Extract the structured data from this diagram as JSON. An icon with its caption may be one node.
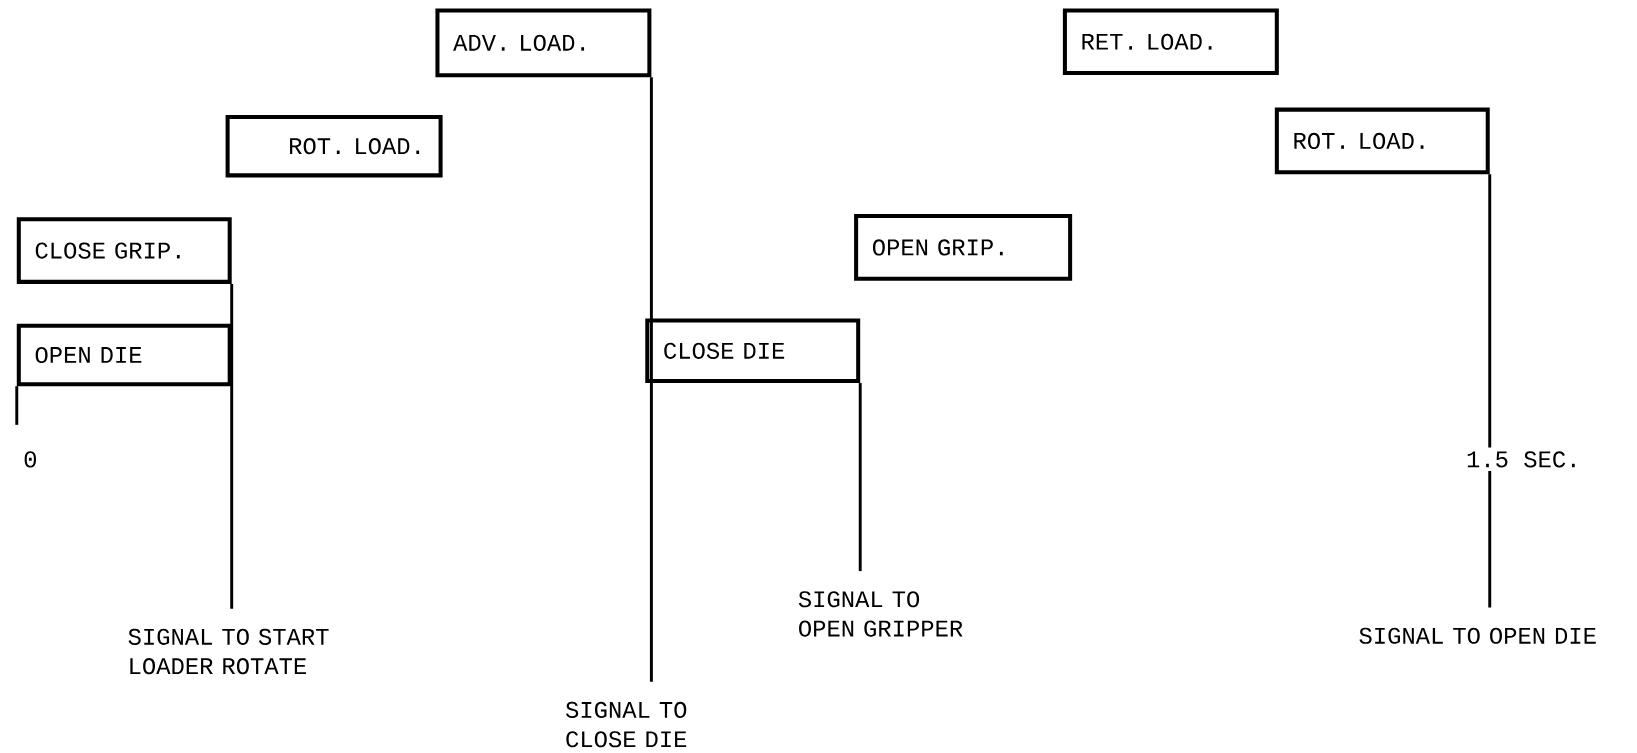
{
  "diagram": {
    "nodes": [
      {
        "text": [
          "ADV. LOAD."
        ]
      },
      {
        "text": [
          "RET. LOAD."
        ]
      },
      {
        "text": [
          "ROT. LOAD."
        ]
      },
      {
        "text": [
          "ROT. LOAD."
        ]
      },
      {
        "text": [
          "CLOSE GRIP."
        ]
      },
      {
        "text": [
          "OPEN GRIP."
        ]
      },
      {
        "text": [
          "OPEN DIE"
        ]
      },
      {
        "text": [
          "CLOSE DIE"
        ]
      },
      {
        "text": [
          "SIGNAL TO START LOADER ROTATE"
        ]
      },
      {
        "text": [
          "SIGNAL TO OPEN GRIPPER"
        ]
      },
      {
        "text": [
          "SIGNAL TO OPEN DIE"
        ]
      },
      {
        "text": [
          "SIGNAL TO CLOSE DIE"
        ]
      }
    ],
    "edges": [
      {
        "from": 8,
        "to": 4,
        "arrow": "none"
      },
      {
        "from": 11,
        "to": 0,
        "arrow": "none"
      },
      {
        "from": 9,
        "to": 7,
        "arrow": "none"
      },
      {
        "from": 10,
        "to": 3,
        "arrow": "none"
      }
    ],
    "labels": [
      "0",
      "1.5 SEC."
    ]
  }
}
